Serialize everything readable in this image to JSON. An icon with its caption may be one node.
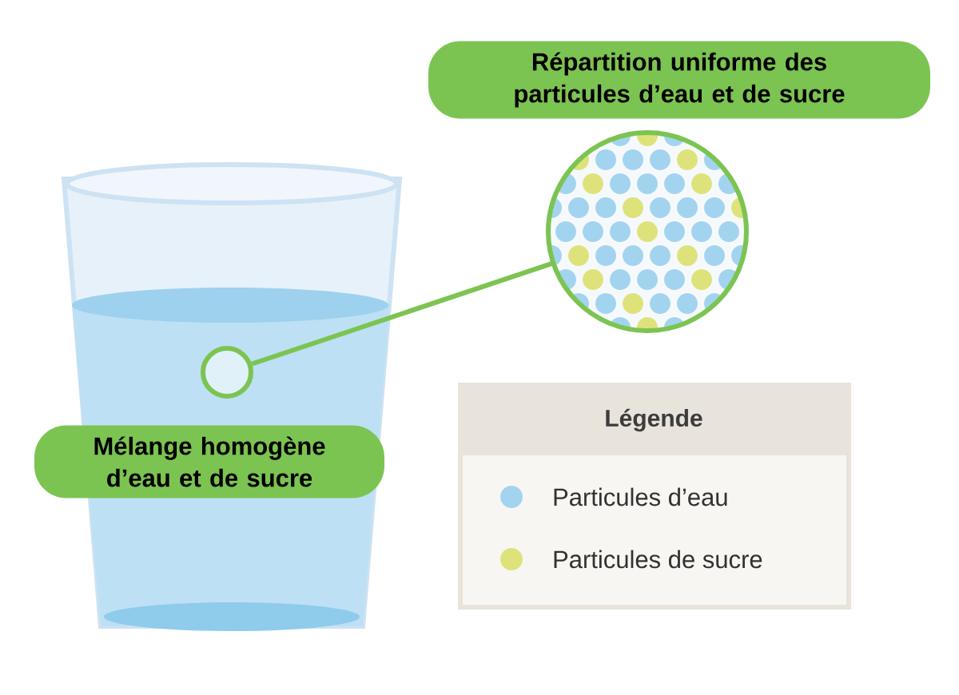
{
  "diagram": {
    "nodes": [
      {
        "text": [
          "Répartition uniforme des particules d’eau et de sucre"
        ]
      },
      {
        "text": [],
        "shape": "circle"
      },
      {
        "text": [],
        "shape": "circle"
      },
      {
        "text": [
          "Mélange homogène d’eau et de sucre"
        ]
      }
    ],
    "edges": [
      {
        "from": 2,
        "to": 1,
        "arrow": "none"
      }
    ],
    "labels": [
      "Légende"
    ],
    "legend": [
      {
        "text": "Particules d’eau",
        "color": "#a3d4ef"
      },
      {
        "text": "Particules de sucre",
        "color": "#dde37a"
      }
    ]
  }
}
